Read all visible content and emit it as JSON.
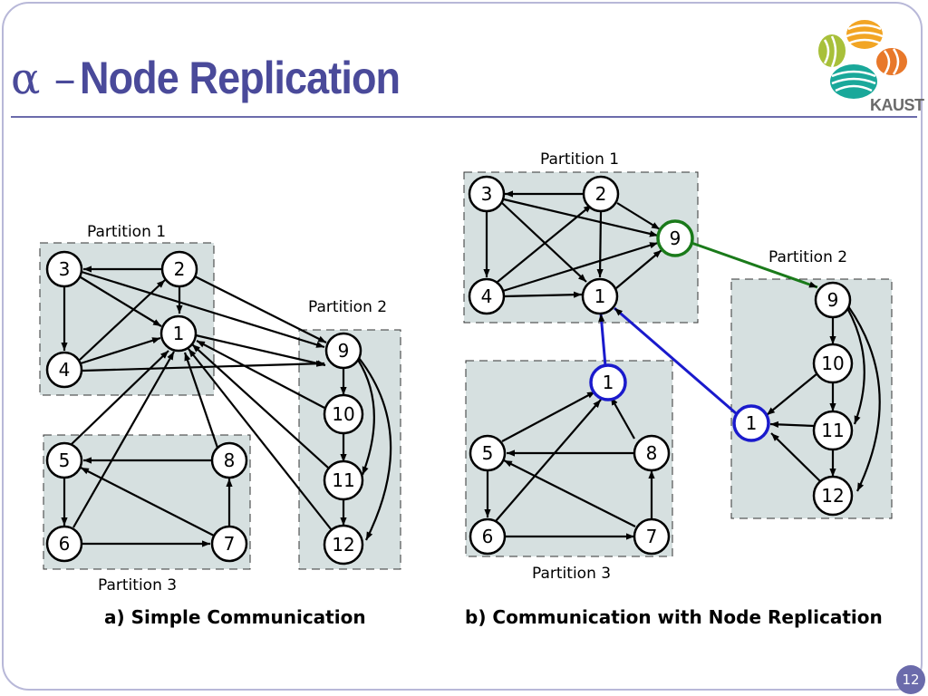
{
  "slide": {
    "title_symbol": "α –",
    "title_text": "Node Replication",
    "logo_text": "KAUST",
    "page_number": "12"
  },
  "diagram_a": {
    "caption": "a) Simple Communication",
    "partition_labels": [
      "Partition 1",
      "Partition 2",
      "Partition 3"
    ],
    "nodes": [
      "1",
      "2",
      "3",
      "4",
      "5",
      "6",
      "7",
      "8",
      "9",
      "10",
      "11",
      "12"
    ]
  },
  "diagram_b": {
    "caption": "b) Communication with Node Replication",
    "partition_labels": [
      "Partition 1",
      "Partition 2",
      "Partition 3"
    ],
    "nodes": [
      "1",
      "2",
      "3",
      "4",
      "5",
      "6",
      "7",
      "8",
      "9",
      "10",
      "11",
      "12"
    ],
    "replica_nodes": [
      "9",
      "1",
      "1"
    ],
    "colors": {
      "replica_green": "#1a7a1a",
      "replica_blue": "#1a1acc"
    }
  }
}
